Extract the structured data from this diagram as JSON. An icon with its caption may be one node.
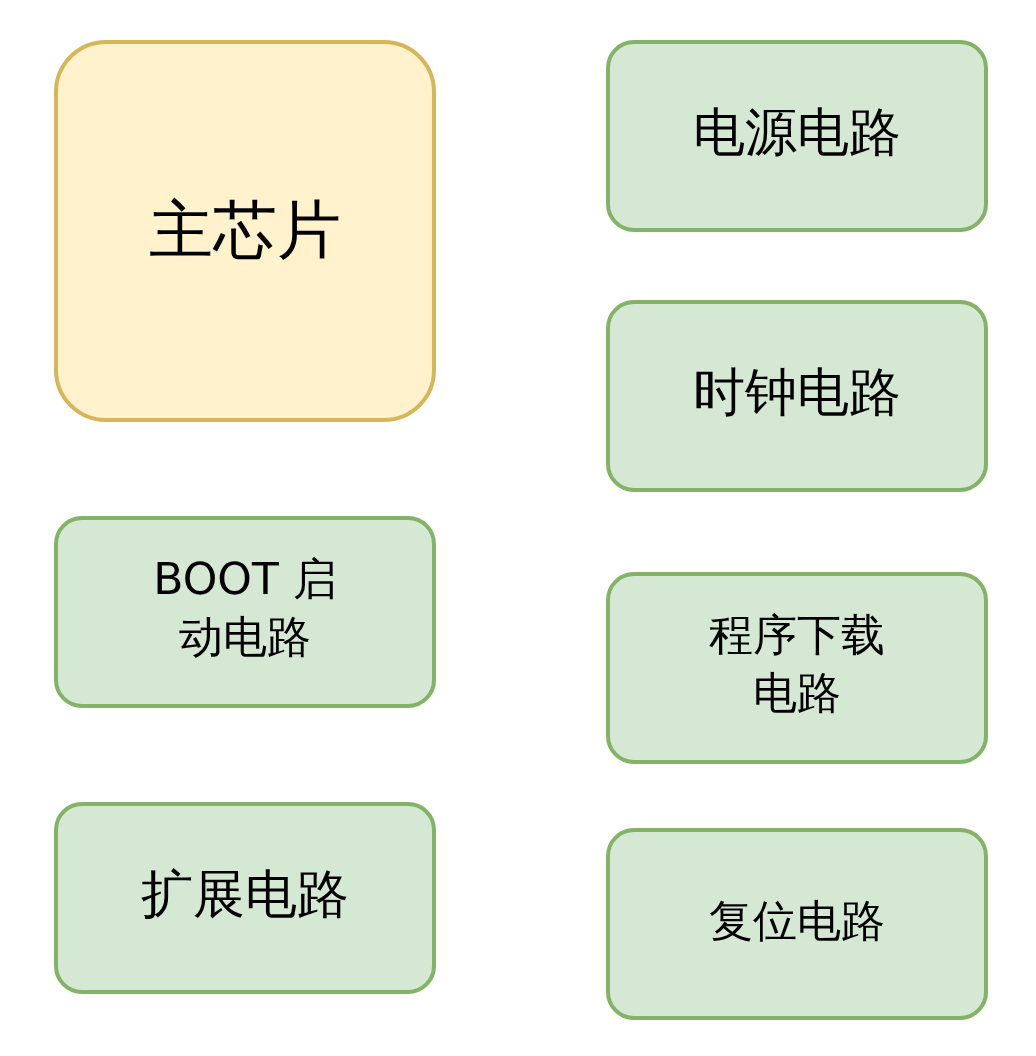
{
  "diagram": {
    "nodes": [
      {
        "text": [
          "主芯片"
        ]
      },
      {
        "text": [
          "电源电路"
        ]
      },
      {
        "text": [
          "时钟电路"
        ]
      },
      {
        "text": [
          "BOOT 启动电路"
        ]
      },
      {
        "text": [
          "程序下载电路"
        ]
      },
      {
        "text": [
          "扩展电路"
        ]
      },
      {
        "text": [
          "复位电路"
        ]
      }
    ]
  }
}
